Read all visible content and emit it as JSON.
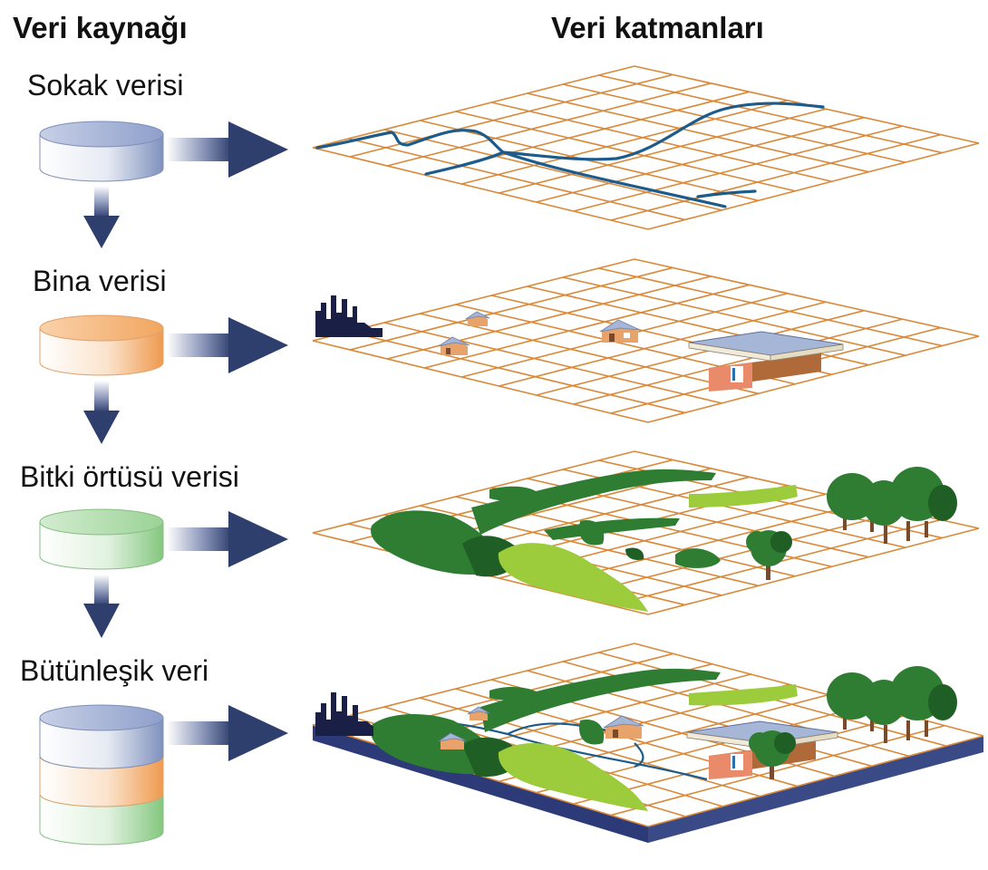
{
  "headers": {
    "source": "Veri kaynağı",
    "layers": "Veri katmanları"
  },
  "sources": [
    {
      "label": "Sokak verisi",
      "color": "#8fa0c8"
    },
    {
      "label": "Bina verisi",
      "color": "#f0a35a"
    },
    {
      "label": "Bitki örtüsü verisi",
      "color": "#8ccb86"
    },
    {
      "label": "Bütünleşik veri",
      "colors": [
        "#8fa0c8",
        "#f0a35a",
        "#8ccb86"
      ]
    }
  ],
  "colors": {
    "grid": "#d9893a",
    "road": "#1c5b8a",
    "arrow": "#2e3f6e",
    "dark_vegetation": "#2e7d32",
    "light_vegetation": "#9ccc3c",
    "base_slab": "#3a4a86",
    "building_roof": "#a6b6d6",
    "building_wall": "#e98a6a",
    "city_silhouette": "#1a1f45"
  }
}
